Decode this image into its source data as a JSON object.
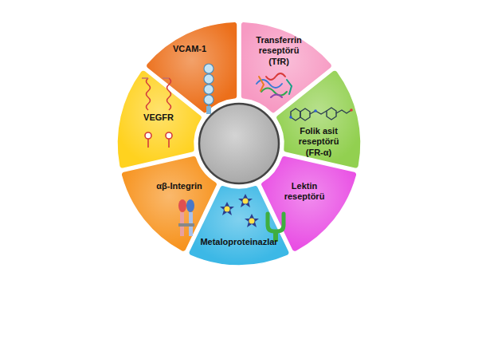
{
  "diagram": {
    "nodes": [
      {
        "text": [
          "VCAM-1"
        ]
      },
      {
        "text": [
          "Transferrin reseptörü (TfR)"
        ]
      },
      {
        "text": [
          "Folik asit reseptörü (FR-α)"
        ]
      },
      {
        "text": [
          "Lektin reseptörü"
        ]
      },
      {
        "text": [
          "Metaloproteinazlar"
        ]
      },
      {
        "text": [
          "αβ-Integrin"
        ]
      },
      {
        "text": [
          "VEGFR"
        ]
      }
    ]
  }
}
